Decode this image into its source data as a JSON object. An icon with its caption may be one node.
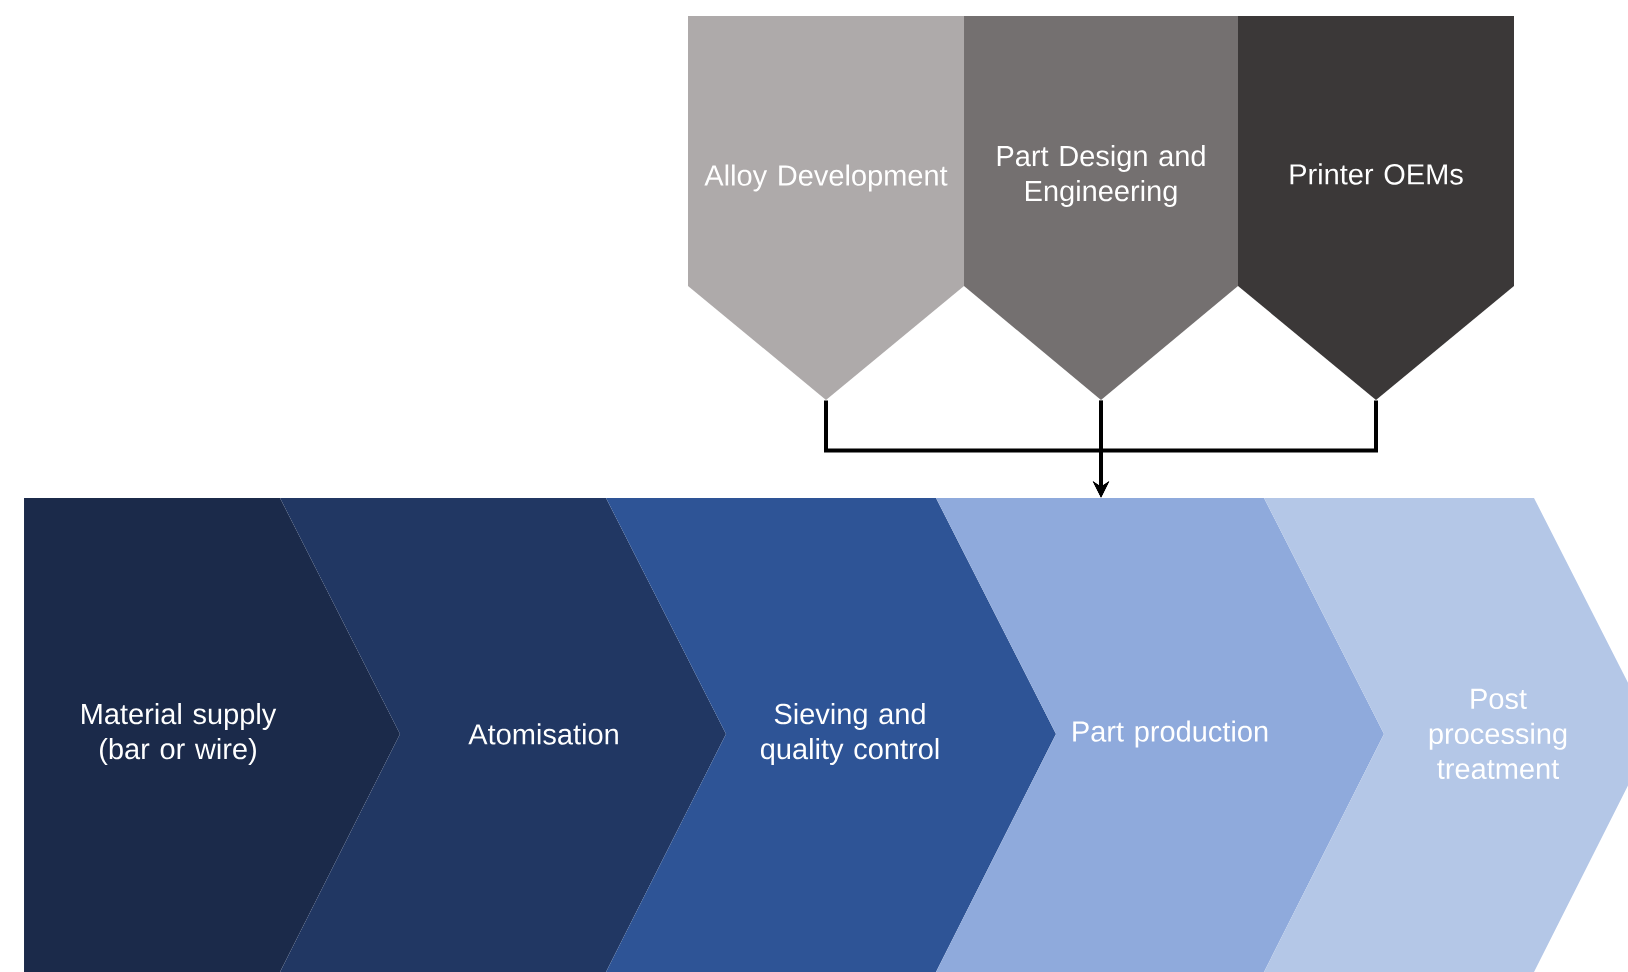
{
  "diagram": {
    "nodes": [
      {
        "text": [
          "Alloy Development"
        ]
      },
      {
        "text": [
          "Part Design and Engineering"
        ]
      },
      {
        "text": [
          "Printer OEMs"
        ]
      },
      {
        "text": [
          "Material supply (bar or wire)"
        ]
      },
      {
        "text": [
          "Atomisation"
        ]
      },
      {
        "text": [
          "Sieving and quality control"
        ]
      },
      {
        "text": [
          "Part production"
        ]
      },
      {
        "text": [
          "Post processing treatment"
        ]
      }
    ],
    "edges": [
      {
        "from": 0,
        "to": 6,
        "arrow": "to"
      },
      {
        "from": 1,
        "to": 6,
        "arrow": "to"
      },
      {
        "from": 2,
        "to": 6,
        "arrow": "to"
      }
    ]
  }
}
